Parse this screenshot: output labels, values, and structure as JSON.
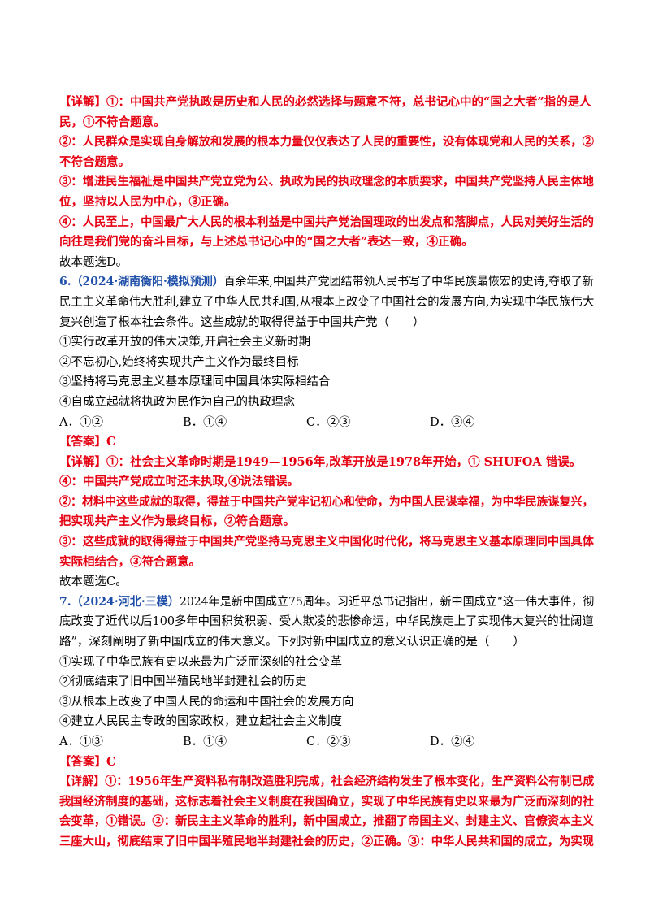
{
  "block1": {
    "detail_label": "【详解】",
    "lines": [
      "①：中国共产党执政是历史和人民的必然选择与题意不符，总书记心中的“国之大者”指的是人",
      "民，①不符合题意。",
      "②：人民群众是实现自身解放和发展的根本力量仅仅表达了人民的重要性，没有体现党和人民的关系，②",
      "不符合题意。",
      "③：增进民生福祉是中国共产党立党为公、执政为民的执政理念的本质要求，中国共产党坚持人民主体地",
      "位，坚持以人民为中心，③正确。",
      "④：人民至上，中国最广大人民的根本利益是中国共产党治国理政的出发点和落脚点，人民对美好生活的",
      "向往是我们党的奋斗目标，与上述总书记心中的“国之大者”表达一致，④正确。"
    ],
    "conclusion": "故本题选D。"
  },
  "q6": {
    "number": "6.",
    "source": "（2024·湖南衡阳·模拟预测）",
    "stem_lines": [
      "百余年来,中国共产党团结带领人民书写了中华民族最恢宏的史诗,夺取了新",
      "民主主义革命伟大胜利,建立了中华人民共和国,从根本上改变了中国社会的发展方向,为实现中华民族伟大",
      "复兴创造了根本社会条件。这些成就的取得得益于中国共产党（　　）"
    ],
    "items": [
      "①实行改革开放的伟大决策,开启社会主义新时期",
      "②不忘初心,始终将实现共产主义作为最终目标",
      "③坚持将马克思主义基本原理同中国具体实际相结合",
      "④自成立起就将执政为民作为自己的执政理念"
    ],
    "options": [
      "A．①②",
      "B．①④",
      "C．②③",
      "D．③④"
    ],
    "answer": "【答案】C",
    "detail_label": "【详解】",
    "detail_lines": [
      "①：社会主义革命时期是1949—1956年,改革开放是1978年开始，① SHUFOA 错误。",
      "④：中国共产党成立时还未执政,④说法错误。",
      "②：材料中这些成就的取得，得益于中国共产党牢记初心和使命，为中国人民谋幸福，为中华民族谋复兴，",
      "把实现共产主义作为最终目标，②符合题意。",
      "③：这些成就的取得得益于中国共产党坚持马克思主义中国化时代化，将马克思主义基本原理同中国具体",
      "实际相结合，③符合题意。"
    ],
    "conclusion": "故本题选C。"
  },
  "q7": {
    "number": "7.",
    "source": "（2024·河北·三模）",
    "stem_lines": [
      "2024年是新中国成立75周年。习近平总书记指出，新中国成立“这一伟大事件，彻",
      "底改变了近代以后100多年中国积贫积弱、受人欺凌的悲惨命运，中华民族走上了实现伟大复兴的壮阔道",
      "路”，深刻阐明了新中国成立的伟大意义。下列对新中国成立的意义认识正确的是（　　）"
    ],
    "items": [
      "①实现了中华民族有史以来最为广泛而深刻的社会变革",
      "②彻底结束了旧中国半殖民地半封建社会的历史",
      "③从根本上改变了中国人民的命运和中国社会的发展方向",
      "④建立人民民主专政的国家政权，建立起社会主义制度"
    ],
    "options": [
      "A．①③",
      "B．①④",
      "C．②③",
      "D．②④"
    ],
    "answer": "【答案】C",
    "detail_label": "【详解】",
    "detail_lines": [
      "①：1956年生产资料私有制改造胜利完成，社会经济结构发生了根本变化，生产资料公有制已成",
      "我国经济制度的基础，这标志着社会主义制度在我国确立，实现了中华民族有史以来最为广泛而深刻的社",
      "会变革，①错误。②：新民主主义革命的胜利，新中国成立，推翻了帝国主义、封建主义、官僚资本主义",
      "三座大山，彻底结束了旧中国半殖民地半封建社会的历史，②正确。③：中华人民共和国的成立，为实现"
    ]
  }
}
